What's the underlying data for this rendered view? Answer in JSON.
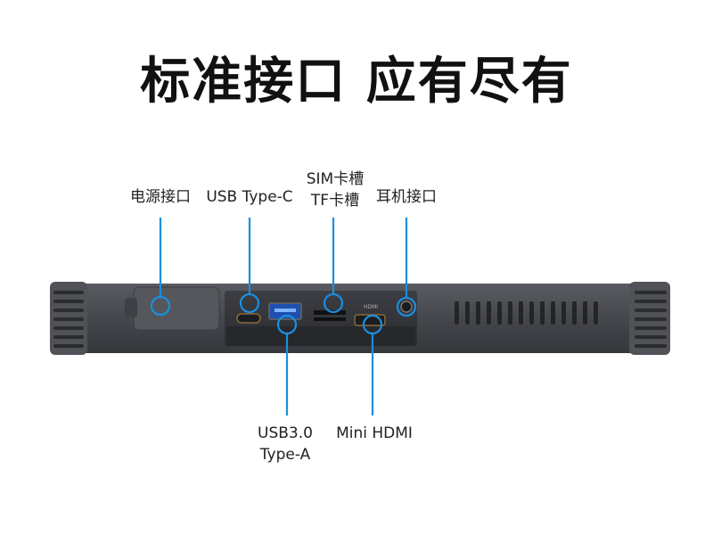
{
  "heading": "标准接口 应有尽有",
  "labels": {
    "power": "电源接口",
    "usb_c": "USB Type-C",
    "sim_line1": "SIM卡槽",
    "sim_line2": "TF卡槽",
    "audio": "耳机接口",
    "usb_a_line1": "USB3.0",
    "usb_a_line2": "Type-A",
    "hdmi": "Mini HDMI"
  },
  "port_text": {
    "hdmi_mark": "HDMI"
  },
  "colors": {
    "callout": "#1a8fe0",
    "device_body": "#4a4c52",
    "device_dark": "#2e3035",
    "panel": "#3a3c41"
  }
}
